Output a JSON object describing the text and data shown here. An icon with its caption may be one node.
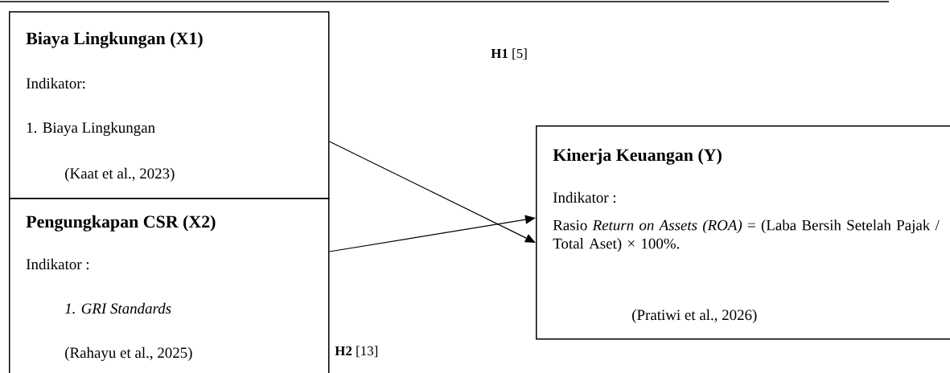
{
  "diagram": {
    "nodes": [
      {
        "text": [
          "Biaya Lingkungan (X1)",
          "Indikator:",
          "1.    Biaya Lingkungan",
          "(Kaat et al., 2023)"
        ]
      },
      {
        "text": [
          "Pengungkapan CSR (X2)",
          "Indikator :",
          "1.    GRI Standards",
          "(Rahayu et al., 2025)"
        ]
      },
      {
        "text": [
          "Kinerja Keuangan (Y)",
          "Indikator :",
          "Rasio *Return on Assets (ROA)* = (Laba Bersih Setelah Pajak / Total Aset) × 100%.",
          "(Pratiwi et al., 2026)"
        ]
      }
    ],
    "edges": [
      {
        "from": 0,
        "to": 2,
        "arrow": "to"
      },
      {
        "from": 1,
        "to": 2,
        "arrow": "to"
      }
    ],
    "labels": [
      "**H1** [5]",
      "**H2** [13]"
    ]
  }
}
